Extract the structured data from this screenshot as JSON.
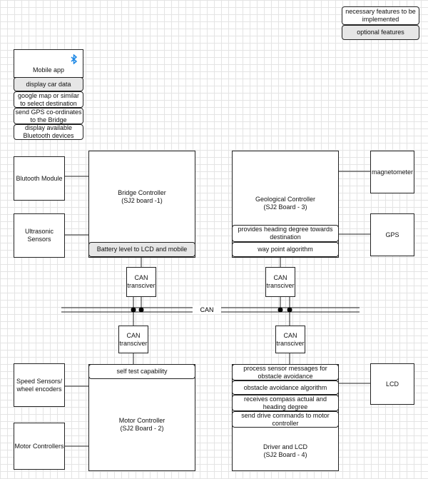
{
  "legend": {
    "necessary": "necessary features to be implemented",
    "optional": "optional features"
  },
  "mobile_app": {
    "title": "Mobile app",
    "features": [
      "display car data",
      "google map or similar to select destination",
      "send GPS co-ordinates to the Bridge",
      "display available Bluetooth devices"
    ]
  },
  "bridge": {
    "title": "Bridge Controller",
    "subtitle": "(SJ2 board -1)",
    "feature": "Battery level to LCD and mobile",
    "peripherals": [
      "Blutooth Module",
      "Ultrasonic Sensors"
    ]
  },
  "geological": {
    "title": "Geological Controller",
    "subtitle": "(SJ2 Board - 3)",
    "features": [
      "provides heading degree towards destination",
      "way point algorithm"
    ],
    "peripherals": [
      "magnetometer",
      "GPS"
    ]
  },
  "can": {
    "transceiver": "CAN transciver",
    "bus_label": "CAN"
  },
  "motor": {
    "title": "Motor Controller",
    "subtitle": "(SJ2 Board - 2)",
    "feature": "self test capability",
    "peripherals": [
      "Speed Sensors/ wheel encoders",
      "Motor Controllers"
    ]
  },
  "driver": {
    "title": "Driver and LCD",
    "subtitle": "(SJ2 Board - 4)",
    "features": [
      "process sensor messages for obstacle avoidance",
      "obstacle avoidance algorithm",
      "receives compass actual and heading degree",
      "send drive commands to motor controller"
    ],
    "peripherals": [
      "LCD"
    ]
  },
  "icons": [
    "bluetooth-icon"
  ],
  "colors": {
    "optional_fill": "#e6e6e6",
    "bluetooth": "#1e88e5"
  }
}
